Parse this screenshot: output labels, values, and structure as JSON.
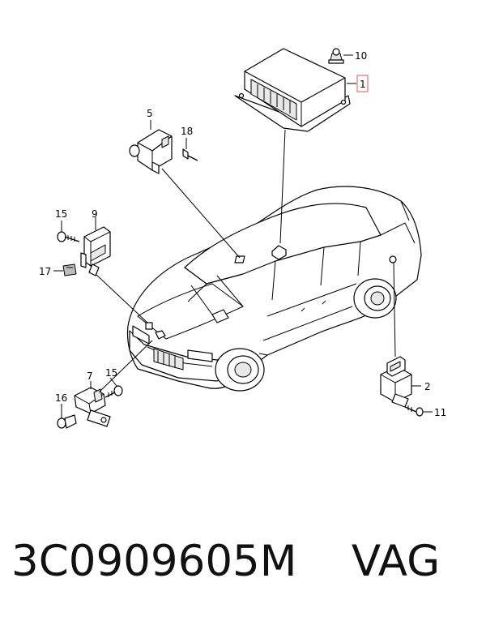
{
  "callouts": {
    "c1": "1",
    "c2": "2",
    "c5": "5",
    "c7": "7",
    "c9": "9",
    "c10": "10",
    "c11": "11",
    "c15a": "15",
    "c15b": "15",
    "c16": "16",
    "c17": "17",
    "c18": "18"
  },
  "highlight_color": "#e05050",
  "caption": {
    "part_number": "3C0909605M",
    "brand": "VAG"
  }
}
